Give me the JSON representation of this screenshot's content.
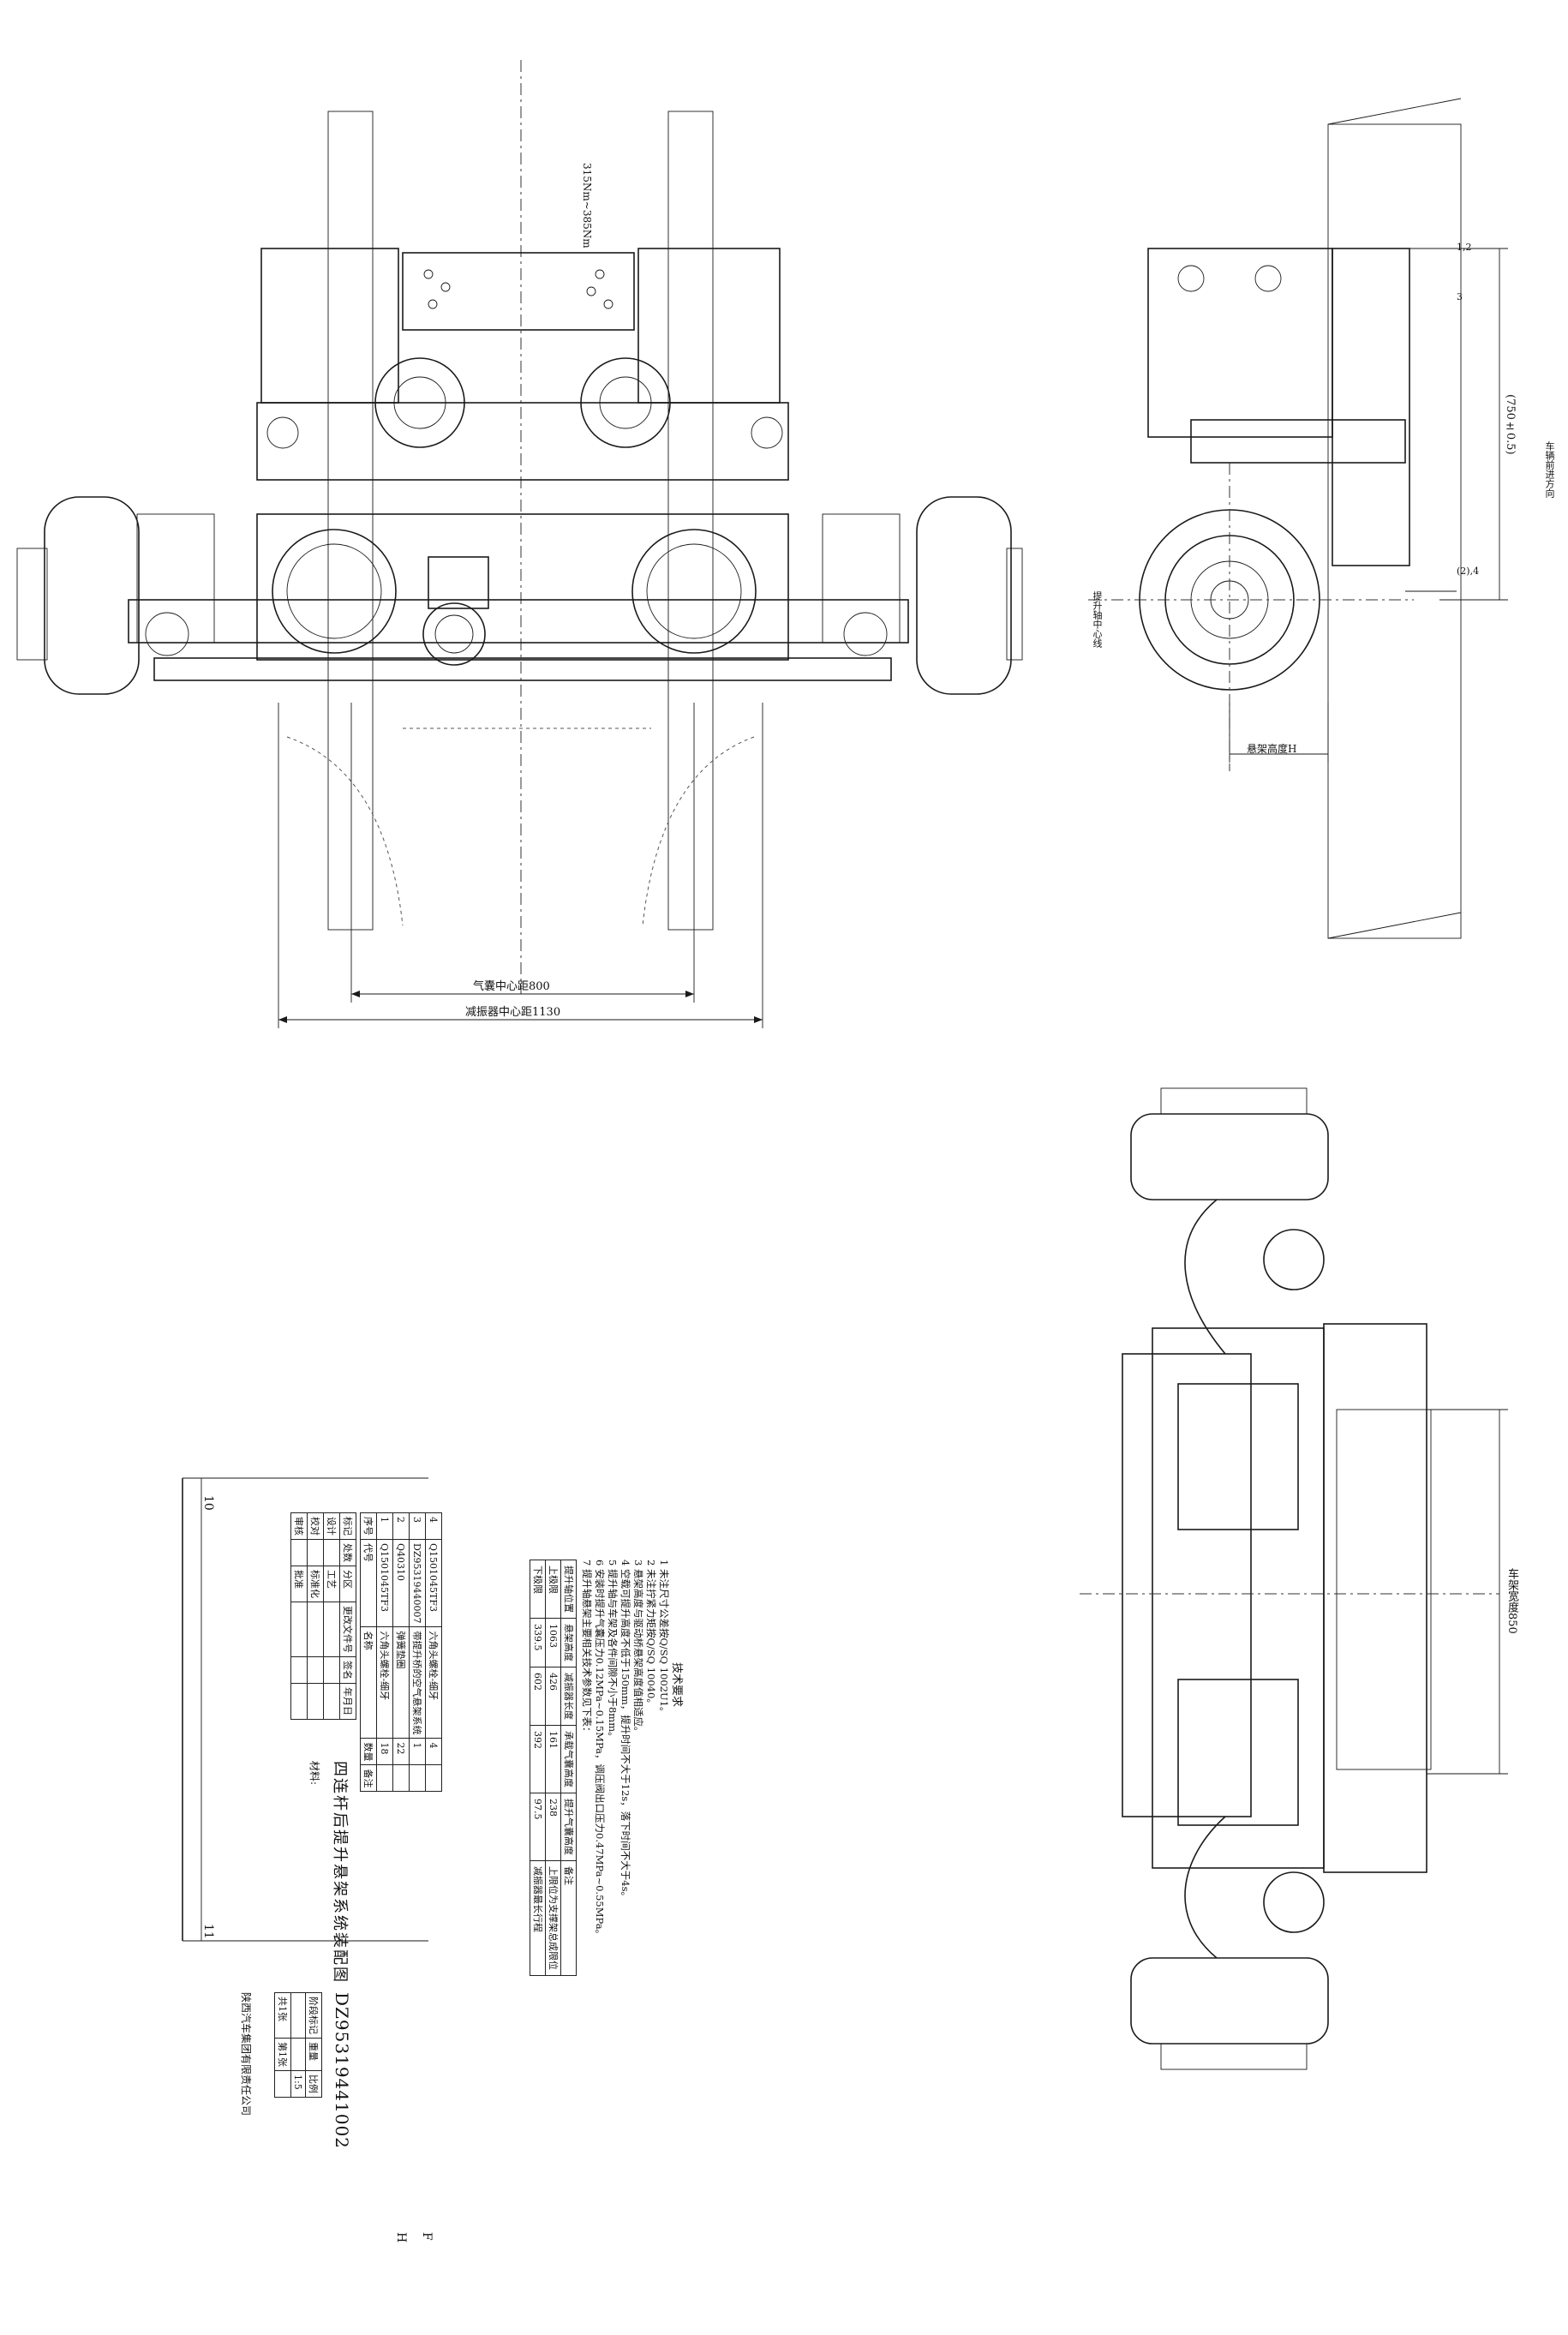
{
  "drawing": {
    "top_view": {
      "torque_note": "315Nm~385Nm",
      "airbag_center_distance": "气囊中心距800",
      "shock_center_distance": "减振器中心距1130"
    },
    "side_view": {
      "part_labels": [
        "1,2",
        "3",
        "(2),4"
      ],
      "height_dim": "(750±0.5)",
      "lift_axle_center": "提升轴中心线",
      "suspension_height": "悬架高度H",
      "forward_direction": "车辆前进方向"
    },
    "bottom_view": {
      "frame_width": "车架宽度850"
    }
  },
  "tech_requirements": {
    "title": "技术要求",
    "items": [
      "1 未注尺寸公差按Q/SQ 1002U1。",
      "2 未注拧紧力矩按Q/SQ 10040。",
      "3 悬架高度与驱动桥悬架高度值相适应。",
      "4 空载可提升高度不低于150mm，提升时间不大于12s，落下时间不大于4s。",
      "5 提升轴与车架及各件间隙不小于8mm。",
      "6 安装时提升气囊压力0.12MPa~0.15MPa，调压阀出口压力0.47MPa~0.55MPa。",
      "7 提升轴悬架主要相关技术参数见下表："
    ],
    "table": [
      [
        "提升轴位置",
        "悬架高度",
        "减振器长度",
        "承载气囊高度",
        "提升气囊高度",
        "备注"
      ],
      [
        "上极限",
        "1063",
        "426",
        "161",
        "238",
        "上限位为支撑架总成限位"
      ],
      [
        "下极限",
        "339.5",
        "602",
        "392",
        "97.5",
        "减振器最长行程"
      ]
    ]
  },
  "title_block": {
    "parts_list": [
      [
        "4",
        "Q1501045TF3",
        "六角头螺栓-细牙",
        "4",
        ""
      ],
      [
        "3",
        "DZ95319440007",
        "带提升桥的空气悬架系统",
        "1",
        ""
      ],
      [
        "2",
        "Q40310",
        "弹簧垫圈",
        "22",
        ""
      ],
      [
        "1",
        "Q1501045TF3",
        "六角头螺栓-细牙",
        "18",
        ""
      ]
    ],
    "parts_header": [
      "序号",
      "代号",
      "名称",
      "数量",
      "备注"
    ],
    "revision_header": [
      "标记",
      "处数",
      "分区",
      "更改文件号",
      "签名",
      "年月日"
    ],
    "sign_rows": [
      "设计",
      "校对",
      "审核",
      "工艺",
      "标准化",
      "批准"
    ],
    "drawing_name": "四连杆后提升悬架系统装配图",
    "material_label": "材料:",
    "drawing_number": "DZ95319441002",
    "scale_labels": [
      "阶段标记",
      "重量",
      "比例"
    ],
    "scale_value": "1:5",
    "sheet_info": [
      "共1张",
      "第1张"
    ],
    "company": "陕西汽车集团有限责任公司",
    "zone_numbers": [
      "10",
      "11"
    ],
    "zone_letters": [
      "F",
      "H"
    ]
  }
}
